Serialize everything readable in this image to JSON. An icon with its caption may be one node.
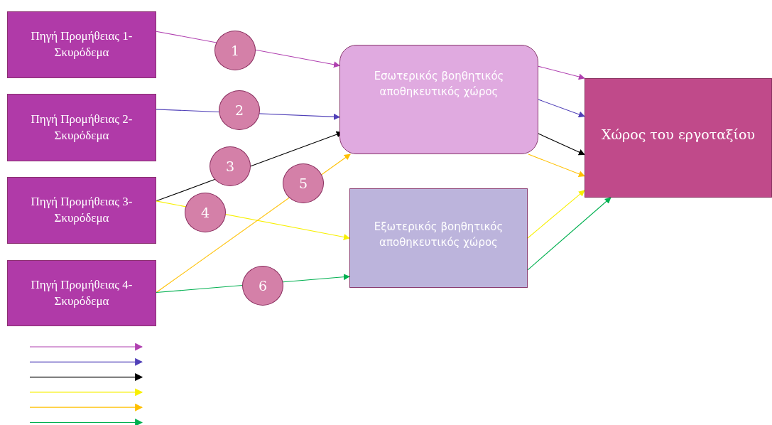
{
  "diagram": {
    "nodes": [
      {
        "text": [
          "Πηγή Προμήθειας 1-Σκυρόδεμα"
        ]
      },
      {
        "text": [
          "Πηγή Προμήθειας 2-Σκυρόδεμα"
        ]
      },
      {
        "text": [
          "Πηγή Προμήθειας 3-Σκυρόδεμα"
        ]
      },
      {
        "text": [
          "Πηγή Προμήθειας 4-Σκυρόδεμα"
        ]
      },
      {
        "text": [
          "Εσωτερικός βοηθητικός αποθηκευτικός χώρος"
        ]
      },
      {
        "text": [
          "Εξωτερικός βοηθητικός αποθηκευτικός χώρος"
        ]
      },
      {
        "text": [
          "Χώρος του εργοταξίου"
        ]
      }
    ],
    "edges": [
      {
        "from": 0,
        "to": 4,
        "arrow": "to",
        "label": "1",
        "color": "#b040b0"
      },
      {
        "from": 1,
        "to": 4,
        "arrow": "to",
        "label": "2",
        "color": "#5040b8"
      },
      {
        "from": 2,
        "to": 4,
        "arrow": "to",
        "label": "3",
        "color": "#000000"
      },
      {
        "from": 2,
        "to": 5,
        "arrow": "to",
        "label": "4",
        "color": "#f8f000"
      },
      {
        "from": 3,
        "to": 4,
        "arrow": "to",
        "label": "5",
        "color": "#ffc000"
      },
      {
        "from": 3,
        "to": 5,
        "arrow": "to",
        "label": "6",
        "color": "#00b050"
      },
      {
        "from": 4,
        "to": 6,
        "arrow": "to",
        "color": "#b040b0"
      },
      {
        "from": 4,
        "to": 6,
        "arrow": "to",
        "color": "#5040b8"
      },
      {
        "from": 4,
        "to": 6,
        "arrow": "to",
        "color": "#000000"
      },
      {
        "from": 4,
        "to": 6,
        "arrow": "to",
        "color": "#ffc000"
      },
      {
        "from": 5,
        "to": 6,
        "arrow": "to",
        "color": "#f8f000"
      },
      {
        "from": 5,
        "to": 6,
        "arrow": "to",
        "color": "#00b050"
      }
    ]
  }
}
